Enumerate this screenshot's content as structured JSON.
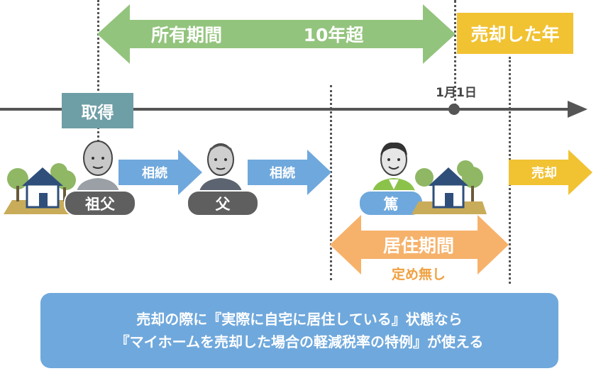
{
  "ownership": {
    "label": "所有期間",
    "years": "10年超"
  },
  "sale_year": "売却した年",
  "date_label": "1月1日",
  "acquire": "取得",
  "people": {
    "grandfather": "祖父",
    "father": "父",
    "self": "篤"
  },
  "inherit_1": "相続",
  "inherit_2": "相続",
  "sell": "売却",
  "residence": {
    "label": "居住期間",
    "note": "定め無し"
  },
  "summary": {
    "line1": "売却の際に『実際に自宅に居住している』状態なら",
    "line2": "『マイホームを売却した場合の軽減税率の特例』が使える"
  },
  "colors": {
    "green": "#93c47d",
    "yellow": "#f1c232",
    "teal": "#6e9ea6",
    "blue": "#6fa8dc",
    "orange": "#f6b26b",
    "gray": "#555555",
    "summary_bg": "#6fa8dc"
  }
}
